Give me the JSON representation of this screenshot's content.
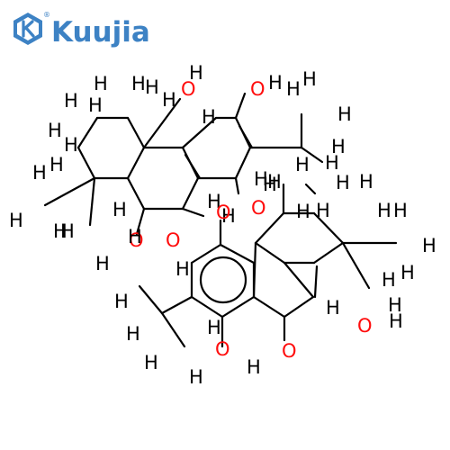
{
  "logo": {
    "text": "Kuujia",
    "registered": "®",
    "icon": "hexagon-k-icon"
  },
  "colors": {
    "brand": "#3d82c4",
    "oxygen": "#ff0d0d",
    "hydrogen": "#000000",
    "bond": "#000000"
  },
  "labels": {
    "O": "O",
    "H": "H",
    "OH": "O",
    "H_suffix": "H"
  },
  "atoms": [
    {
      "t": "H"
    },
    {
      "t": "H"
    },
    {
      "t": "H"
    },
    {
      "t": "O"
    },
    {
      "t": "H"
    },
    {
      "t": "O"
    },
    {
      "t": "H"
    },
    {
      "t": "H"
    },
    {
      "t": "H"
    },
    {
      "t": "H"
    },
    {
      "t": "H"
    },
    {
      "t": "H"
    },
    {
      "t": "H"
    },
    {
      "t": "H"
    },
    {
      "t": "H"
    },
    {
      "t": "H"
    },
    {
      "t": "H"
    },
    {
      "t": "H"
    },
    {
      "t": "H"
    },
    {
      "t": "H"
    },
    {
      "t": "H"
    },
    {
      "t": "H"
    },
    {
      "t": "O"
    },
    {
      "t": "H"
    },
    {
      "t": "H"
    },
    {
      "t": "H"
    },
    {
      "t": "O"
    },
    {
      "t": "O"
    },
    {
      "t": "H"
    },
    {
      "t": "H"
    },
    {
      "t": "H"
    },
    {
      "t": "O"
    },
    {
      "t": "H"
    },
    {
      "t": "H"
    },
    {
      "t": "H"
    },
    {
      "t": "H"
    },
    {
      "t": "H"
    },
    {
      "t": "H"
    },
    {
      "t": "H"
    },
    {
      "t": "H"
    },
    {
      "t": "H"
    },
    {
      "t": "H"
    },
    {
      "t": "H"
    },
    {
      "t": "H"
    },
    {
      "t": "H"
    },
    {
      "t": "H"
    },
    {
      "t": "H"
    },
    {
      "t": "H"
    },
    {
      "t": "O"
    },
    {
      "t": "H"
    },
    {
      "t": "H"
    },
    {
      "t": "H"
    },
    {
      "t": "H"
    },
    {
      "t": "H"
    },
    {
      "t": "O"
    },
    {
      "t": "H"
    },
    {
      "t": "O"
    },
    {
      "t": "H"
    }
  ]
}
